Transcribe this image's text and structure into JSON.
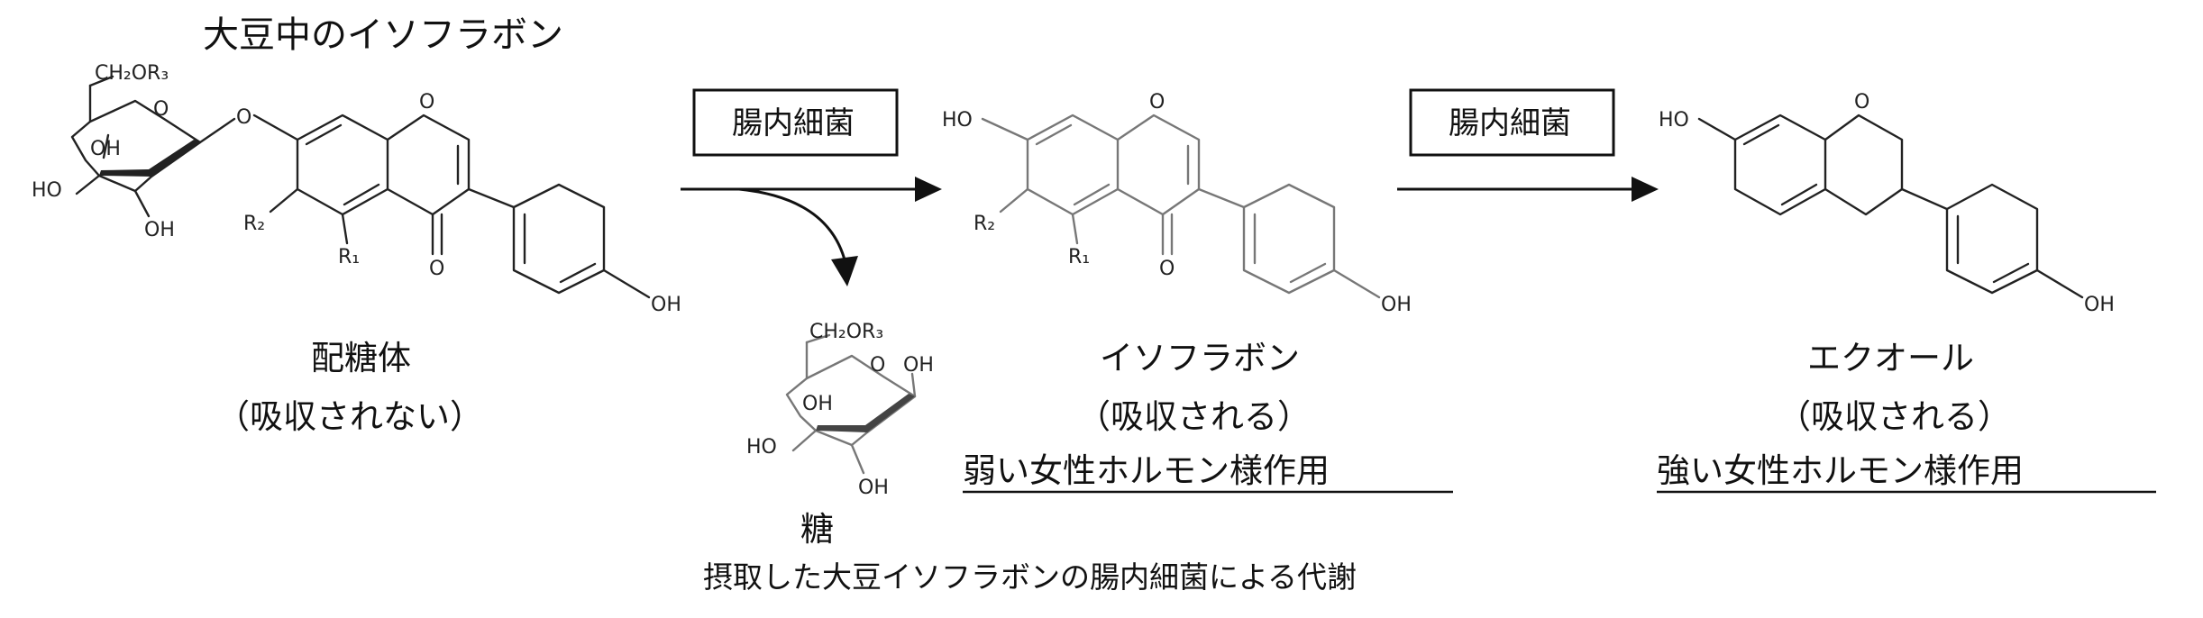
{
  "title": "大豆中のイソフラボン",
  "bacteria_label": "腸内細菌",
  "glycoside": {
    "name": "配糖体",
    "note": "（吸収されない）"
  },
  "sugar": {
    "name": "糖"
  },
  "isoflavone": {
    "name": "イソフラボン",
    "note": "（吸収される）",
    "effect": "弱い女性ホルモン様作用"
  },
  "equol": {
    "name": "エクオール",
    "note": "（吸収される）",
    "effect": "強い女性ホルモン様作用"
  },
  "caption": "摂取した大豆イソフラボンの腸内細菌による代謝",
  "atoms": {
    "ch2or3": "CH₂OR₃",
    "o": "O",
    "oh": "OH",
    "ho": "HO",
    "r1": "R₁",
    "r2": "R₂"
  },
  "icons": {
    "reaction_arrow": "arrow-right-icon",
    "release_arrow": "curved-arrow-down-icon"
  }
}
